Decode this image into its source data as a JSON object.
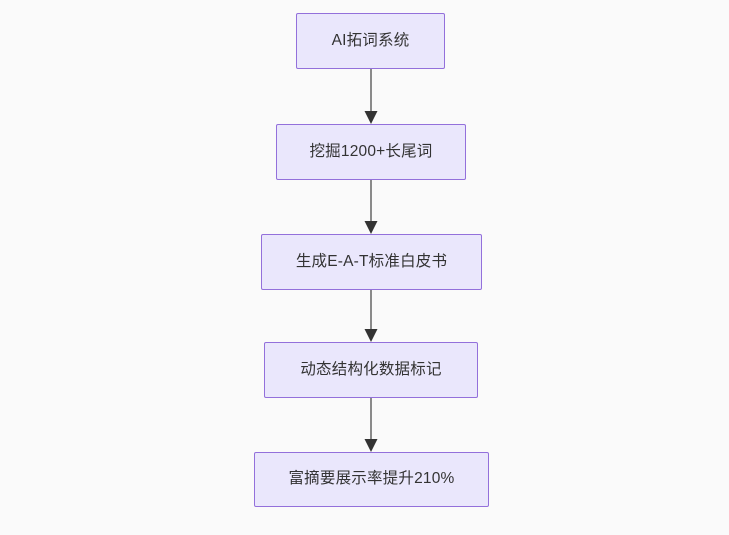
{
  "diagram": {
    "type": "flowchart",
    "direction": "top-to-bottom",
    "background_color": "#fafafa",
    "node_fill_color": "#eae7fc",
    "node_border_color": "#9370db",
    "node_text_color": "#333333",
    "edge_line_color": "#8a8a8a",
    "edge_arrowhead_color": "#333333",
    "nodes": [
      {
        "id": "n1",
        "label": "AI拓词系统"
      },
      {
        "id": "n2",
        "label": "挖掘1200+长尾词"
      },
      {
        "id": "n3",
        "label": "生成E-A-T标准白皮书"
      },
      {
        "id": "n4",
        "label": "动态结构化数据标记"
      },
      {
        "id": "n5",
        "label": "富摘要展示率提升210%"
      }
    ],
    "edges": [
      {
        "from": "n1",
        "to": "n2",
        "label": ""
      },
      {
        "from": "n2",
        "to": "n3",
        "label": ""
      },
      {
        "from": "n3",
        "to": "n4",
        "label": ""
      },
      {
        "from": "n4",
        "to": "n5",
        "label": ""
      }
    ]
  }
}
